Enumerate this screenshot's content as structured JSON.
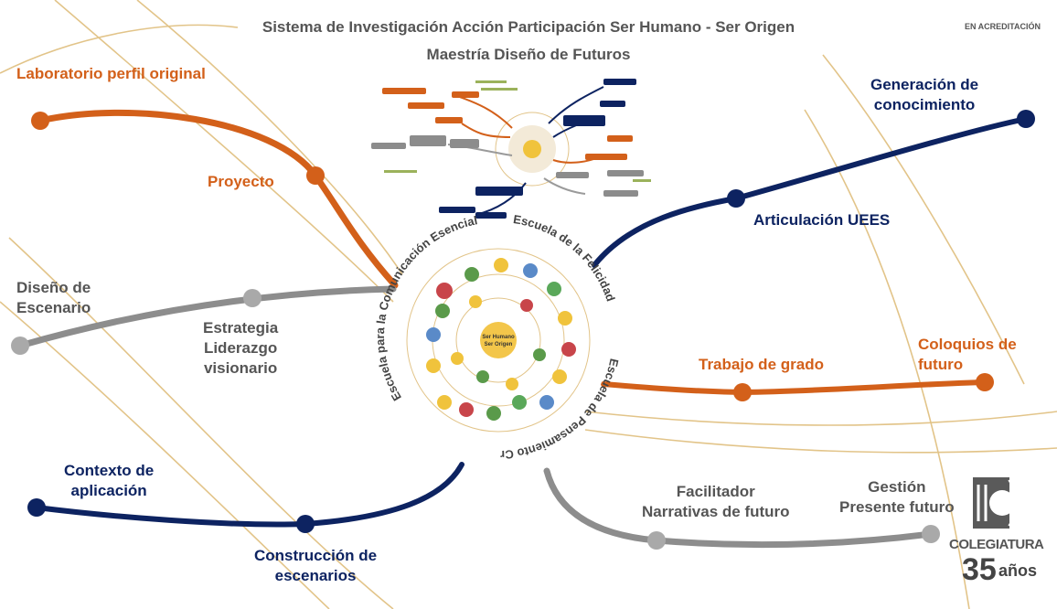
{
  "header": {
    "title": "Sistema de Investigación Acción Participación Ser Humano - Ser Origen",
    "subtitle": "Maestría Diseño de Futuros",
    "badge": "EN ACREDITACIÓN"
  },
  "labels": {
    "laboratorio": "Laboratorio perfil original",
    "proyecto": "Proyecto",
    "generacion_1": "Generación de",
    "generacion_2": "conocimiento",
    "articulacion": "Articulación UEES",
    "diseno_1": "Diseño de",
    "diseno_2": "Escenario",
    "estrategia_1": "Estrategia",
    "estrategia_2": "Liderazgo",
    "estrategia_3": "visionario",
    "trabajo": "Trabajo de grado",
    "coloquios_1": "Coloquios de",
    "coloquios_2": "futuro",
    "contexto_1": "Contexto de",
    "contexto_2": "aplicación",
    "construccion_1": "Construcción de",
    "construccion_2": "escenarios",
    "facilitador_1": "Facilitador",
    "facilitador_2": "Narrativas de futuro",
    "gestion_1": "Gestión",
    "gestion_2": "Presente futuro"
  },
  "wheel": {
    "ring_top_left": "Escuela de la Felicidad",
    "ring_top_right": "Escuela de Pensamiento Creativo",
    "ring_bottom": "Escuela para la Comunicación Esencial",
    "center_1": "Ser Humano",
    "center_2": "Ser Origen"
  },
  "logo": {
    "name": "COLEGIATURA",
    "years": "35",
    "years_word": "años"
  },
  "colors": {
    "orange": "#d3601a",
    "navy": "#0d2361",
    "grey": "#9a9a9a",
    "gold": "#e2c489"
  }
}
